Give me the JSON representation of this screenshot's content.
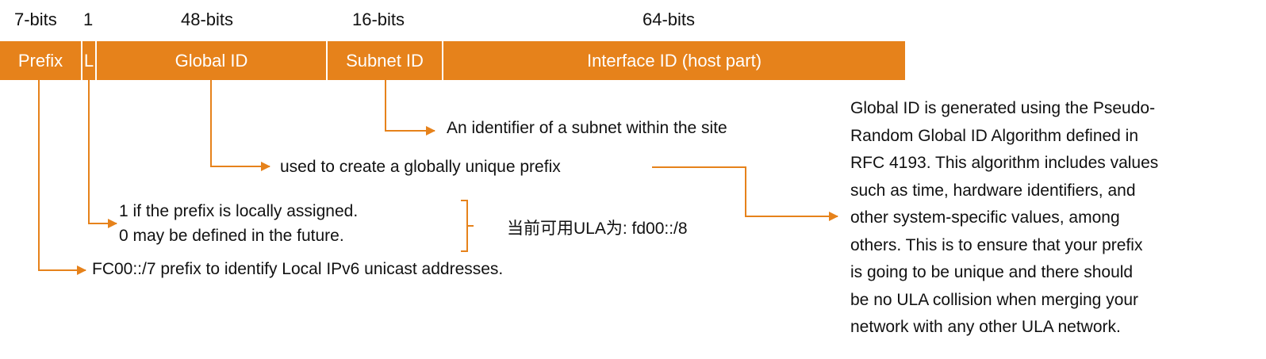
{
  "bit_widths": {
    "prefix": "7-bits",
    "l": "1",
    "global_id": "48-bits",
    "subnet_id": "16-bits",
    "interface_id": "64-bits"
  },
  "fields": {
    "prefix": "Prefix",
    "l": "L",
    "global_id": "Global ID",
    "subnet_id": "Subnet ID",
    "interface_id": "Interface ID (host part)"
  },
  "annotations": {
    "subnet": "An identifier of a subnet within the site",
    "global": "used to create a globally unique prefix",
    "l_line1": "1 if the prefix is locally assigned.",
    "l_line2": "0 may be defined in the future.",
    "ula_current": "当前可用ULA为: fd00::/8",
    "prefix": "FC00::/7 prefix to identify Local IPv6 unicast addresses."
  },
  "global_id_explanation": [
    "Global ID is generated using the Pseudo-",
    "Random Global ID Algorithm defined in",
    "RFC 4193. This algorithm includes values",
    "such as time, hardware identifiers, and",
    "other system-specific values, among",
    "others. This is to ensure that your prefix",
    "is going to be unique and there should",
    "be no ULA collision when merging your",
    "network with any other ULA network."
  ],
  "colors": {
    "accent": "#E6821B",
    "text": "#111111",
    "field_text": "#ffffff"
  }
}
